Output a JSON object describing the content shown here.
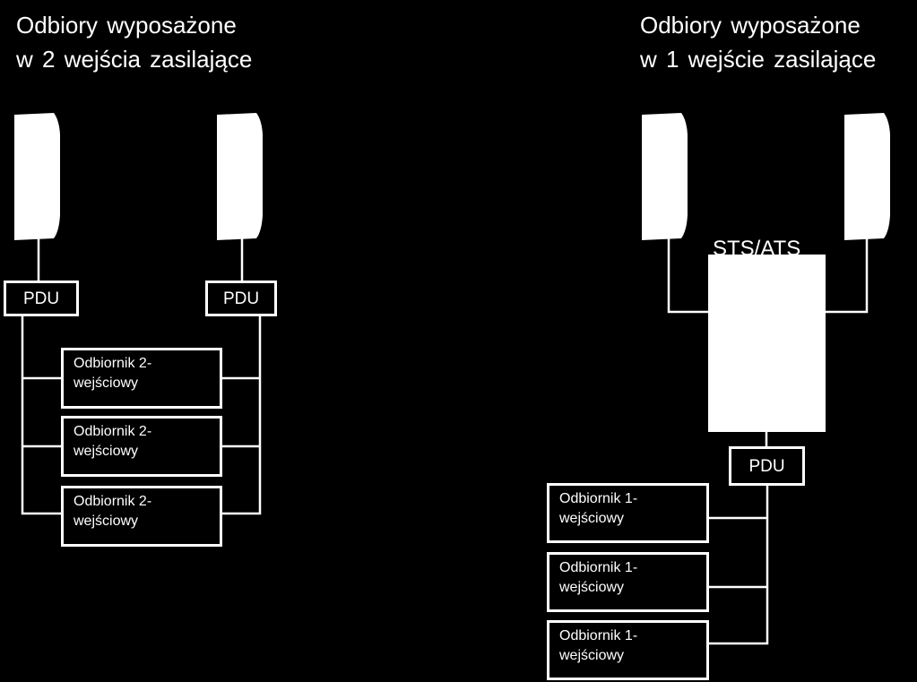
{
  "left": {
    "heading_line1": "Odbiory wyposażone",
    "heading_line2": "w 2 wejścia zasilające",
    "pdu_a_label": "PDU",
    "pdu_b_label": "PDU",
    "receivers": [
      {
        "line1": "Odbiornik 2-",
        "line2": "wejściowy"
      },
      {
        "line1": "Odbiornik 2-",
        "line2": "wejściowy"
      },
      {
        "line1": "Odbiornik 2-",
        "line2": "wejściowy"
      }
    ]
  },
  "right": {
    "heading_line1": "Odbiory wyposażone",
    "heading_line2": "w 1 wejście zasilające",
    "switch_label": "STS/ATS",
    "pdu_label": "PDU",
    "receivers": [
      {
        "line1": "Odbiornik 1-",
        "line2": "wejściowy"
      },
      {
        "line1": "Odbiornik 1-",
        "line2": "wejściowy"
      },
      {
        "line1": "Odbiornik 1-",
        "line2": "wejściowy"
      }
    ]
  },
  "colors": {
    "background": "#000000",
    "foreground": "#ffffff"
  }
}
